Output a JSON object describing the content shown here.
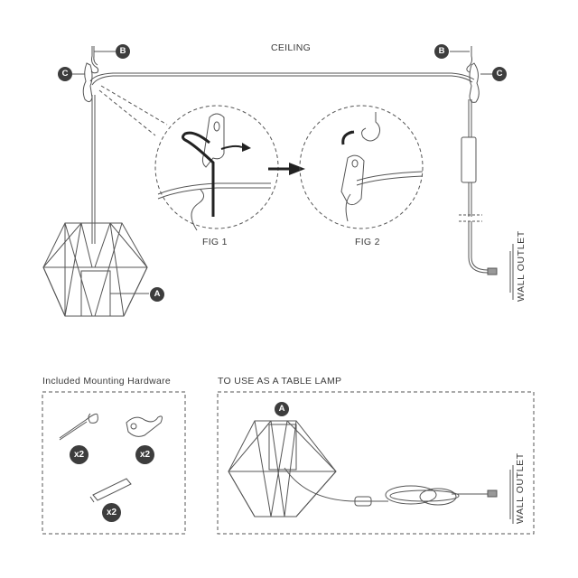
{
  "labels": {
    "ceiling": "CEILING",
    "fig1": "FIG 1",
    "fig2": "FIG 2",
    "wall_outlet_top": "WALL OUTLET",
    "wall_outlet_bottom": "WALL OUTLET",
    "hardware_title": "Included Mounting Hardware",
    "table_lamp_title": "TO USE AS A TABLE LAMP"
  },
  "callouts": {
    "b_left": "B",
    "b_right": "B",
    "c_left": "C",
    "c_right": "C",
    "a_pendant": "A",
    "a_table": "A"
  },
  "hardware": {
    "hook_qty": "x2",
    "s_hook_qty": "x2",
    "anchor_qty": "x2"
  },
  "colors": {
    "line": "#555555",
    "badge": "#3d3d3d",
    "text": "#3a3a3a"
  }
}
